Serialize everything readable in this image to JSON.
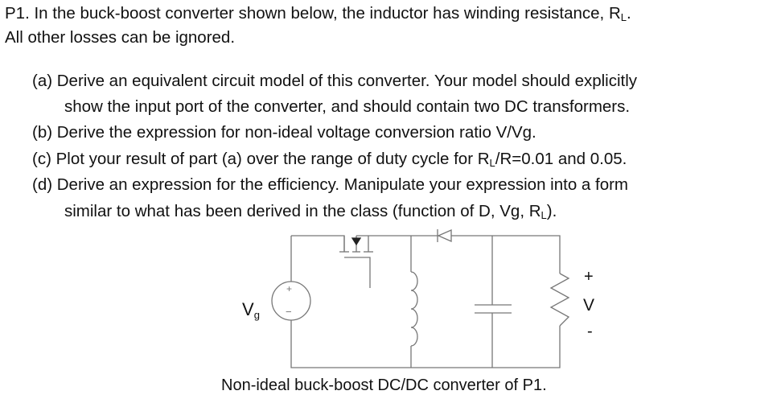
{
  "problem": {
    "intro_line1_pre": "P1. In the buck-boost converter shown below, the inductor has winding resistance, R",
    "intro_line1_sub": "L",
    "intro_line1_post": ".",
    "intro_line2": "All other losses can be ignored."
  },
  "parts": {
    "a_line1": "(a) Derive an equivalent circuit model of this converter. Your model should explicitly",
    "a_line2": "show the input port of the converter, and should contain two DC transformers.",
    "b": "(b) Derive the expression for non-ideal voltage conversion ratio V/Vg.",
    "c_pre": "(c) Plot your result of part (a) over the range of duty cycle for R",
    "c_sub": "L",
    "c_post": "/R=0.01 and 0.05.",
    "d_line1": "(d) Derive an expression for the efficiency. Manipulate your expression into a form",
    "d_line2_pre": "similar to what has been derived in the class (function of D, Vg, R",
    "d_line2_sub": "L",
    "d_line2_post": ")."
  },
  "circuit": {
    "source_label": "V",
    "source_label_sub": "g",
    "source_plus": "+",
    "source_minus": "−",
    "output_plus": "+",
    "output_label": "V",
    "output_minus": "-",
    "stroke_color": "#777777"
  },
  "caption": "Non-ideal buck-boost DC/DC converter of P1."
}
